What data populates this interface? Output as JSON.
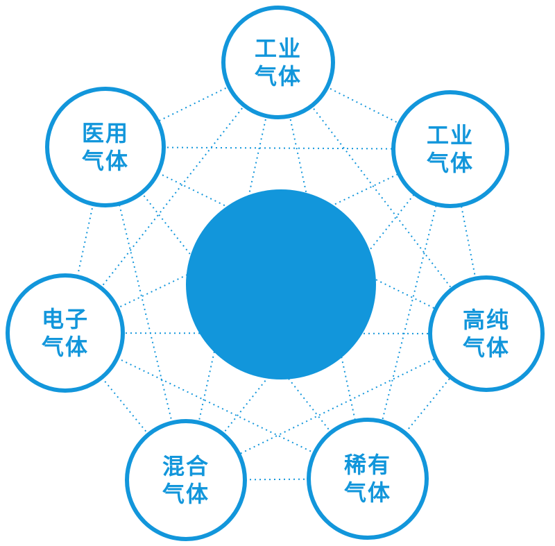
{
  "diagram": {
    "accent_color": "#1296db",
    "connections": "all-pairs-between-outer-nodes",
    "center": {
      "id": "hub",
      "label": ""
    },
    "nodes": [
      {
        "id": "top",
        "line1": "工业",
        "line2": "气体"
      },
      {
        "id": "top-right",
        "line1": "工业",
        "line2": "气体"
      },
      {
        "id": "right",
        "line1": "高纯",
        "line2": "气体"
      },
      {
        "id": "bottom-right",
        "line1": "稀有",
        "line2": "气体"
      },
      {
        "id": "bottom-left",
        "line1": "混合",
        "line2": "气体"
      },
      {
        "id": "left",
        "line1": "电子",
        "line2": "气体"
      },
      {
        "id": "top-left",
        "line1": "医用",
        "line2": "气体"
      }
    ]
  }
}
